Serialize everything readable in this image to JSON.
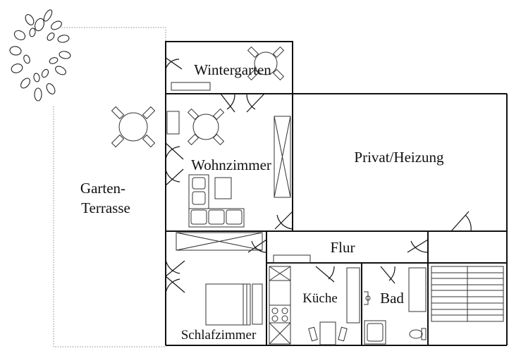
{
  "rooms": {
    "wintergarten": "Wintergarten",
    "wohnzimmer": "Wohnzimmer",
    "privat": "Privat/Heizung",
    "terrasse_line1": "Garten-",
    "terrasse_line2": "Terrasse",
    "flur": "Flur",
    "schlafzimmer": "Schlafzimmer",
    "kueche": "Küche",
    "bad": "Bad"
  }
}
